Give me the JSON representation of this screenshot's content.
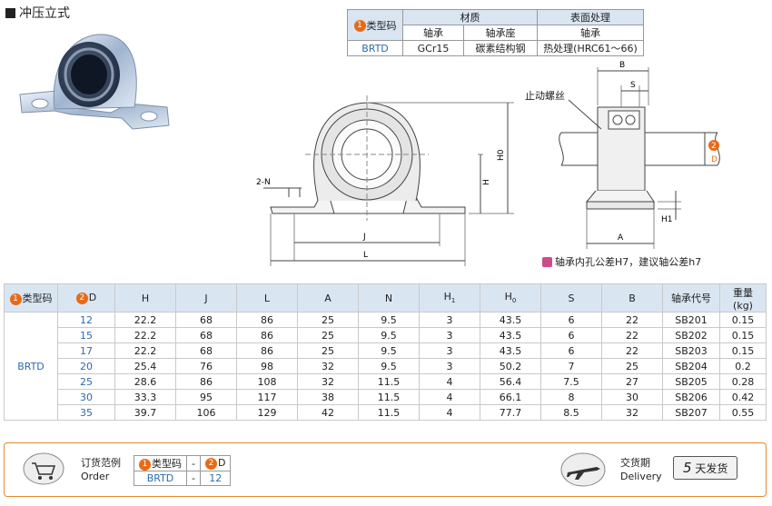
{
  "title": "冲压立式",
  "material_table": {
    "col_type": "类型码",
    "col_type_num": "1",
    "group_material": "材质",
    "group_surface": "表面处理",
    "sub_bearing": "轴承",
    "sub_seat": "轴承座",
    "sub_surface": "轴承",
    "row": {
      "type": "BRTD",
      "bearing": "GCr15",
      "seat": "碳素结构钢",
      "surface": "热处理(HRC61～66)"
    }
  },
  "drawing_labels": {
    "stop_screw": "止动螺丝",
    "B": "B",
    "S": "S",
    "D": "D",
    "D_num": "2",
    "A_side": "A",
    "H1_side": "H1",
    "two_N": "2-N",
    "H": "H",
    "H0": "H0",
    "J": "J",
    "L": "L"
  },
  "tolerance_note": "轴承内孔公差H7，建议轴公差h7",
  "main_table": {
    "headers": {
      "type": "类型码",
      "type_num": "1",
      "D": "D",
      "D_num": "2",
      "H": "H",
      "J": "J",
      "L": "L",
      "A": "A",
      "N": "N",
      "H1": "H",
      "H1_sub": "1",
      "H0": "H",
      "H0_sub": "0",
      "S": "S",
      "B": "B",
      "bearing_code": "轴承代号",
      "weight": "重量",
      "weight_unit": "(kg)"
    },
    "type_value": "BRTD",
    "rows": [
      {
        "D": "12",
        "H": "22.2",
        "J": "68",
        "L": "86",
        "A": "25",
        "N": "9.5",
        "H1": "3",
        "H0": "43.5",
        "S": "6",
        "B": "22",
        "code": "SB201",
        "w": "0.15"
      },
      {
        "D": "15",
        "H": "22.2",
        "J": "68",
        "L": "86",
        "A": "25",
        "N": "9.5",
        "H1": "3",
        "H0": "43.5",
        "S": "6",
        "B": "22",
        "code": "SB202",
        "w": "0.15"
      },
      {
        "D": "17",
        "H": "22.2",
        "J": "68",
        "L": "86",
        "A": "25",
        "N": "9.5",
        "H1": "3",
        "H0": "43.5",
        "S": "6",
        "B": "22",
        "code": "SB203",
        "w": "0.15"
      },
      {
        "D": "20",
        "H": "25.4",
        "J": "76",
        "L": "98",
        "A": "32",
        "N": "9.5",
        "H1": "3",
        "H0": "50.2",
        "S": "7",
        "B": "25",
        "code": "SB204",
        "w": "0.2"
      },
      {
        "D": "25",
        "H": "28.6",
        "J": "86",
        "L": "108",
        "A": "32",
        "N": "11.5",
        "H1": "4",
        "H0": "56.4",
        "S": "7.5",
        "B": "27",
        "code": "SB205",
        "w": "0.28"
      },
      {
        "D": "30",
        "H": "33.3",
        "J": "95",
        "L": "117",
        "A": "38",
        "N": "11.5",
        "H1": "4",
        "H0": "66.1",
        "S": "8",
        "B": "30",
        "code": "SB206",
        "w": "0.42"
      },
      {
        "D": "35",
        "H": "39.7",
        "J": "106",
        "L": "129",
        "A": "42",
        "N": "11.5",
        "H1": "4",
        "H0": "77.7",
        "S": "8.5",
        "B": "32",
        "code": "SB207",
        "w": "0.55"
      }
    ]
  },
  "order": {
    "label_cn": "订货范例",
    "label_en": "Order",
    "type_label": "类型码",
    "type_num": "1",
    "dash": "-",
    "d_label": "D",
    "d_num": "2",
    "type_value": "BRTD",
    "d_value": "12"
  },
  "delivery": {
    "label_cn": "交货期",
    "label_en": "Delivery",
    "days": "5",
    "days_text": "天发货"
  }
}
